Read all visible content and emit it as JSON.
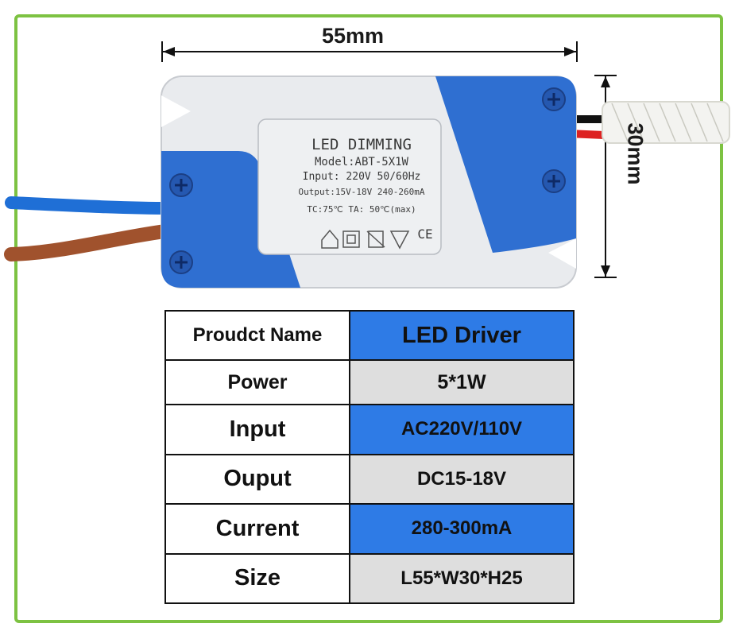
{
  "dimensions": {
    "width": "55mm",
    "height": "30mm"
  },
  "device_label": {
    "line1": "LED DIMMING",
    "line2": "Model:ABT-5X1W",
    "line3": "Input: 220V 50/60Hz",
    "line4": "Output:15V-18V 240-260mA",
    "line5": "TC:75℃ TA: 50℃(max)",
    "ce_mark": "CE"
  },
  "spec_table": {
    "rows": [
      {
        "label": "Proudct Name",
        "value": "LED Driver"
      },
      {
        "label": "Power",
        "value": "5*1W"
      },
      {
        "label": "Input",
        "value": "AC220V/110V"
      },
      {
        "label": "Ouput",
        "value": "DC15-18V"
      },
      {
        "label": "Current",
        "value": "280-300mA"
      },
      {
        "label": "Size",
        "value": "L55*W30*H25"
      }
    ]
  },
  "colors": {
    "frame": "#7dc242",
    "blue_cell": "#2e7be6",
    "gray_cell": "#dedede",
    "casing_blue": "#2f6fd1",
    "casing_white": "#e9ebee"
  }
}
